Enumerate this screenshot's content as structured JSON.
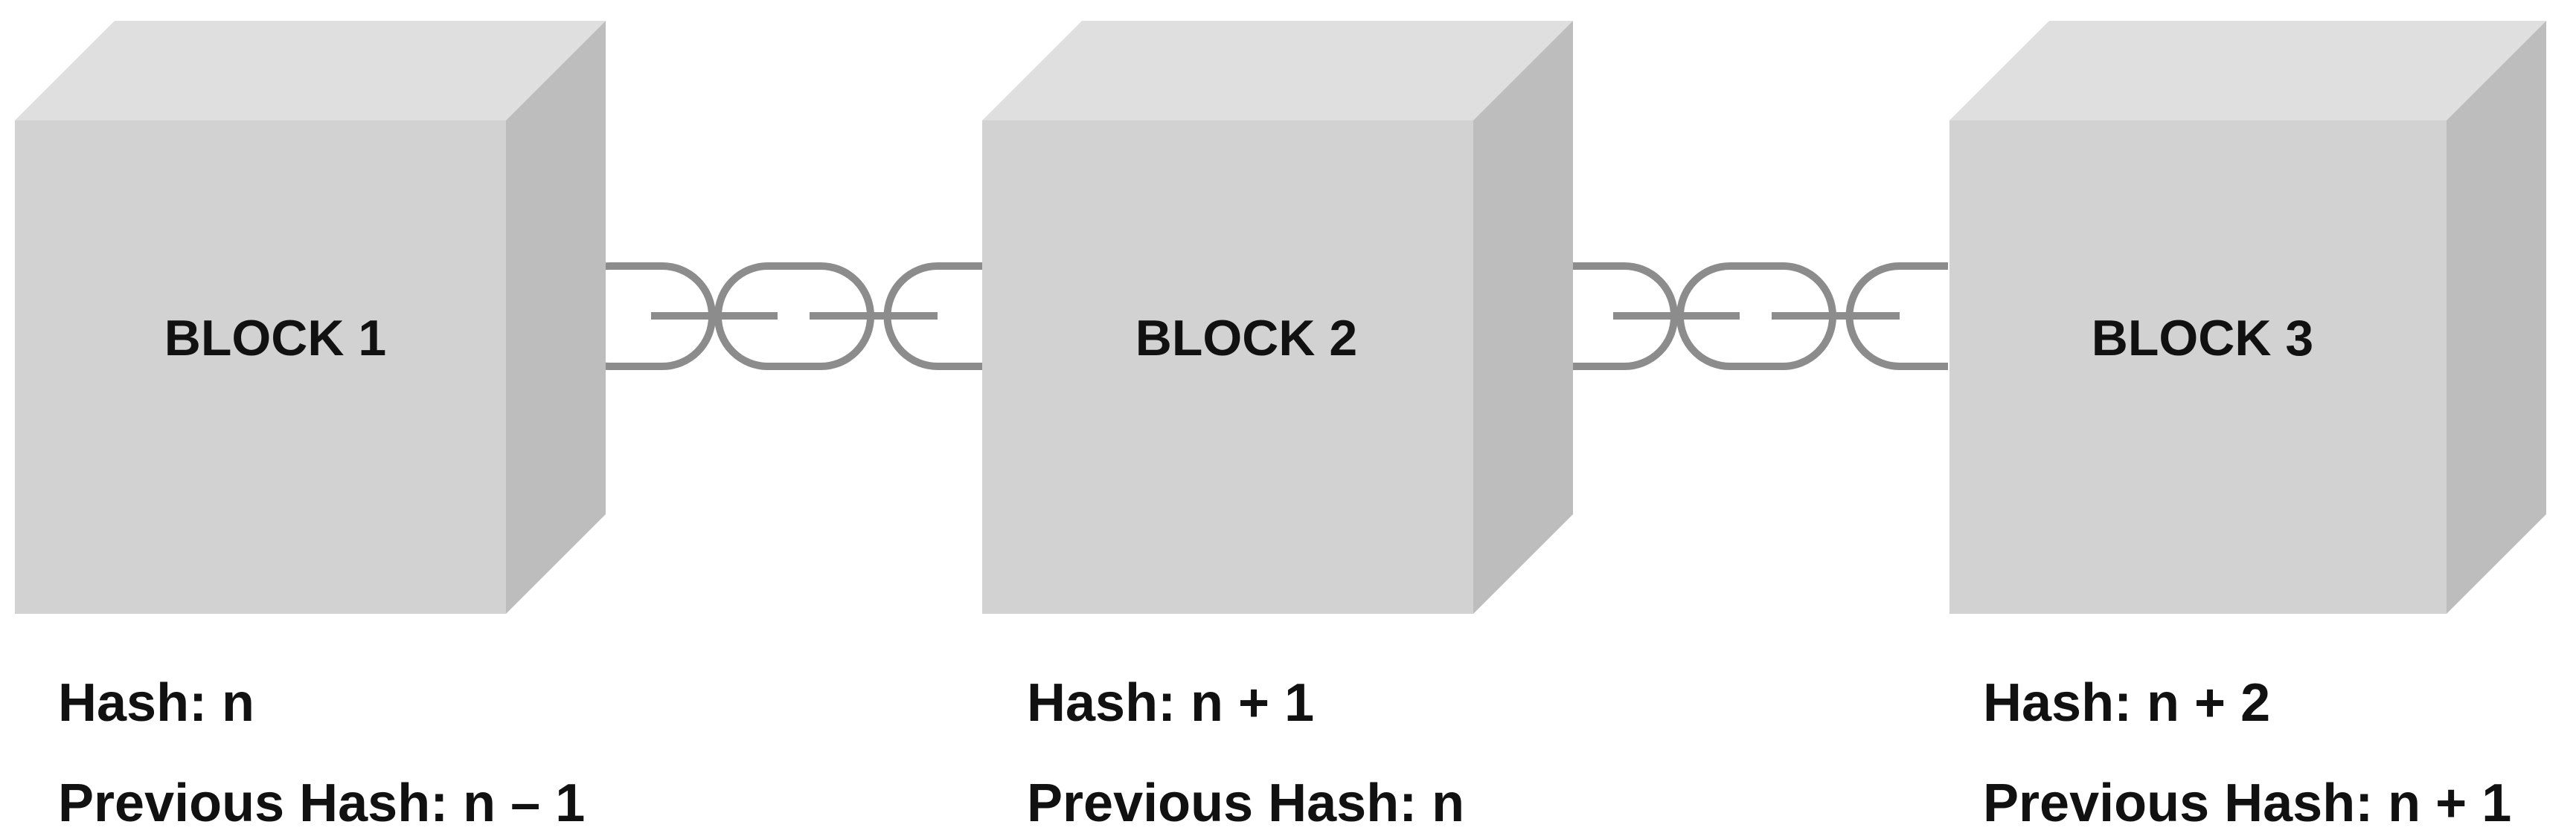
{
  "blocks": [
    {
      "label": "BLOCK 1",
      "hash": "Hash: n",
      "previous_hash": "Previous Hash: n – 1"
    },
    {
      "label": "BLOCK 2",
      "hash": "Hash: n + 1",
      "previous_hash": "Previous Hash: n"
    },
    {
      "label": "BLOCK 3",
      "hash": "Hash: n + 2",
      "previous_hash": "Previous Hash: n + 1"
    }
  ],
  "chain_links_between_blocks": 2,
  "colors": {
    "cube_front": "#d2d2d2",
    "cube_top": "#dfdfdf",
    "cube_side": "#bdbdbd",
    "chain": "#8c8c8c",
    "text": "#111111"
  }
}
